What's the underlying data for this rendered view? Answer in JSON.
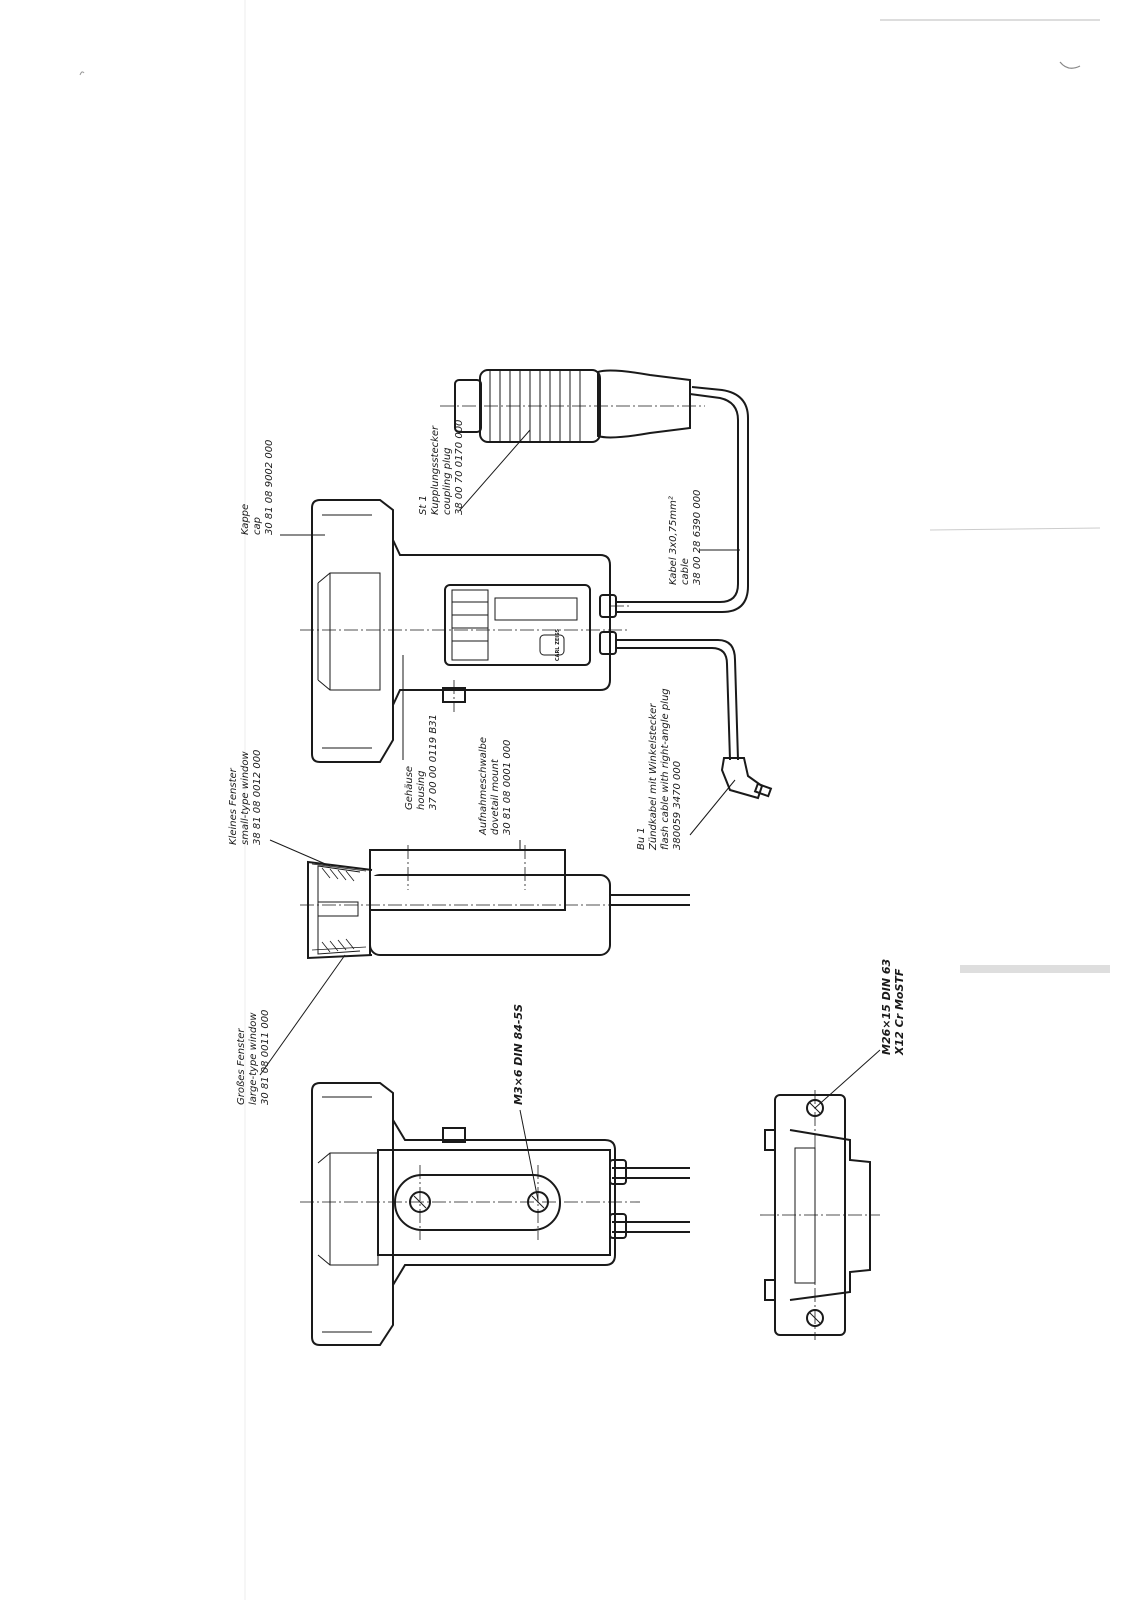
{
  "labels": {
    "kappe": [
      "Kappe",
      "cap",
      "30 81 08 9002 000"
    ],
    "st1": [
      "St 1",
      "Kupplungsstecker",
      "coupling plug",
      "38 00 70 0170 000"
    ],
    "kabel": [
      "Kabel 3x0,75mm²",
      "cable",
      "38 00 28 6390 000"
    ],
    "gehaeuse": [
      "Gehäuse",
      "housing",
      "37 00 00 0119 B31"
    ],
    "kleines_fenster": [
      "Kleines Fenster",
      "small-type window",
      "38 81 08 0012 000"
    ],
    "aufnahme": [
      "Aufnahmeschwalbe",
      "dovetail mount",
      "30 81 08 0001 000"
    ],
    "bu1": [
      "Bu 1",
      "Zündkabel mit Winkelstecker",
      "flash cable with right-angle plug",
      "380059 3470 000"
    ],
    "grosses_fenster": [
      "Großes Fenster",
      "large-type window",
      "30 81 08 0011 000"
    ],
    "screw_m3": "M3×6 DIN 84-5S",
    "spring_pin": [
      "M26×15 DIN 63",
      "X12 Cr MoSTF"
    ]
  },
  "logo_text": "CARL ZEISS"
}
